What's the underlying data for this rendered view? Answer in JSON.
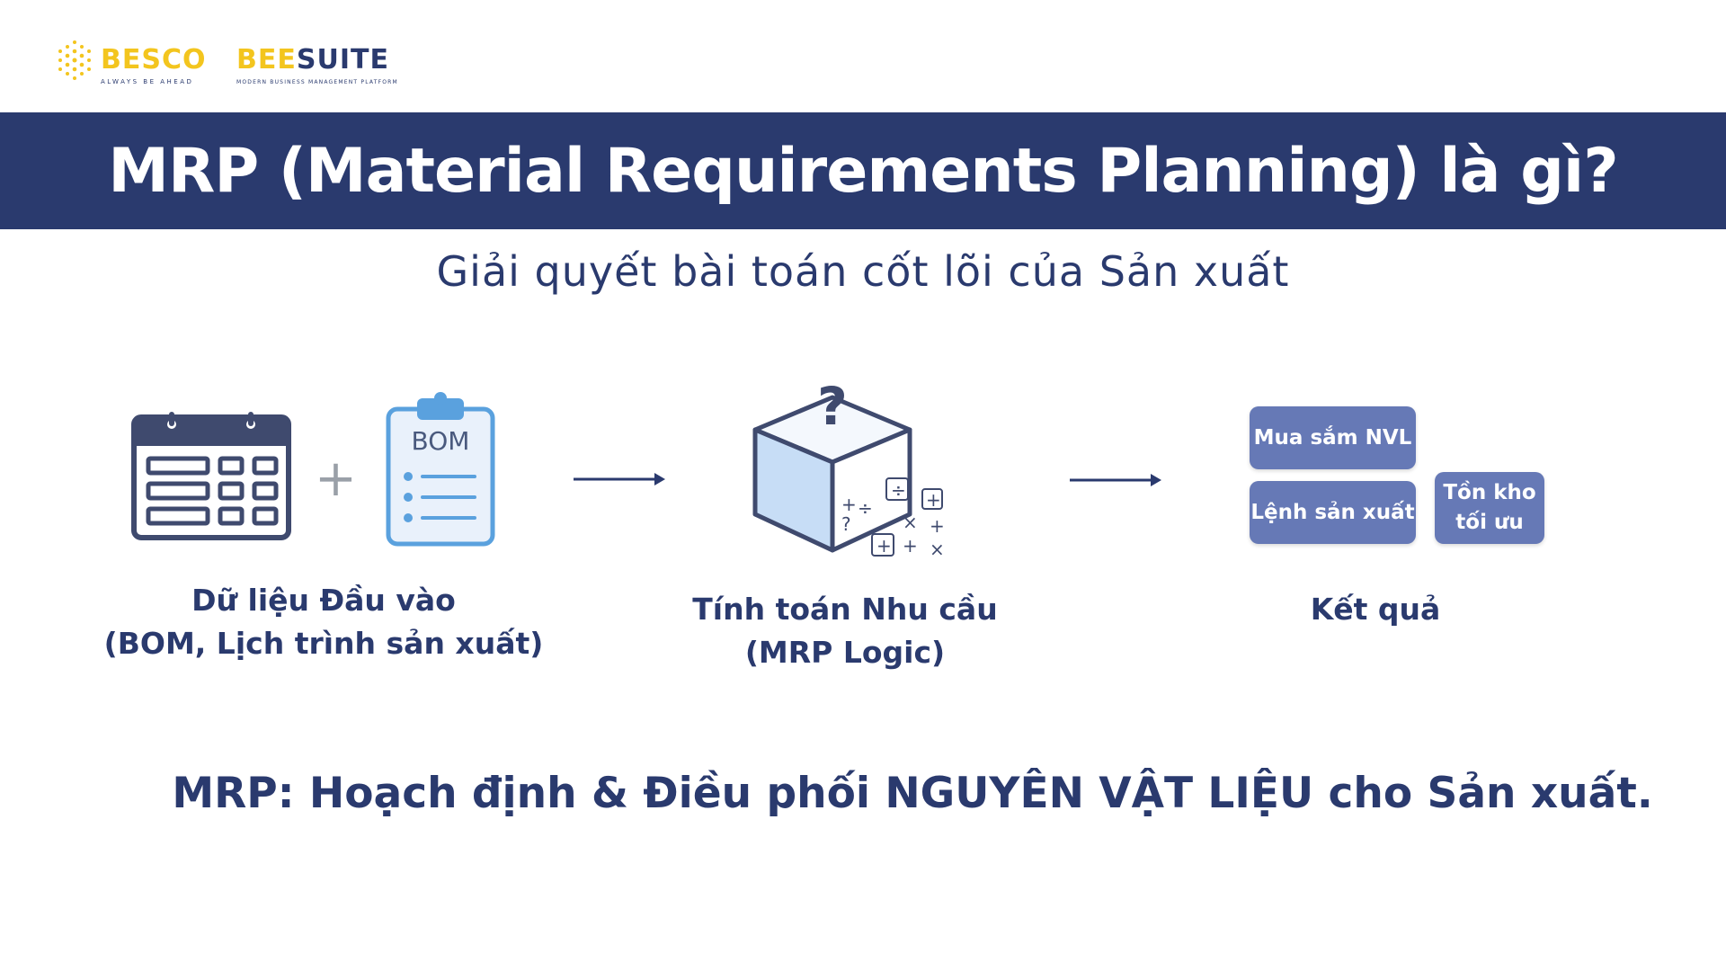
{
  "brand": {
    "besco_name": "BESCO",
    "besco_tagline": "ALWAYS BE AHEAD",
    "beesuite_name_a": "BEE",
    "beesuite_name_b": "SUITE",
    "beesuite_tagline": "MODERN BUSINESS MANAGEMENT PLATFORM"
  },
  "title": "MRP (Material Requirements Planning) là gì?",
  "subtitle": "Giải quyết bài toán cốt lõi của Sản xuất",
  "steps": {
    "input": {
      "caption_line1": "Dữ liệu Đầu vào",
      "caption_line2": "(BOM, Lịch trình sản xuất)",
      "bom_label": "BOM",
      "plus_symbol": "+",
      "icons": [
        "calendar-icon",
        "bom-clipboard-icon"
      ]
    },
    "logic": {
      "caption_line1": "Tính toán Nhu cầu",
      "caption_line2": "(MRP Logic)",
      "icon": "question-cube-icon"
    },
    "result": {
      "caption": "Kết quả",
      "boxes": {
        "purchase": "Mua sắm NVL",
        "production_order": "Lệnh sản xuất",
        "inventory_line1": "Tồn kho",
        "inventory_line2": "tối ưu"
      }
    }
  },
  "footer": "MRP: Hoạch định & Điều phối NGUYÊN VẬT LIỆU cho Sản xuất.",
  "colors": {
    "navy": "#2a3a6e",
    "accent_yellow": "#f3c51e",
    "box_blue": "#6679b6",
    "icon_fill": "#e9f1fb"
  }
}
